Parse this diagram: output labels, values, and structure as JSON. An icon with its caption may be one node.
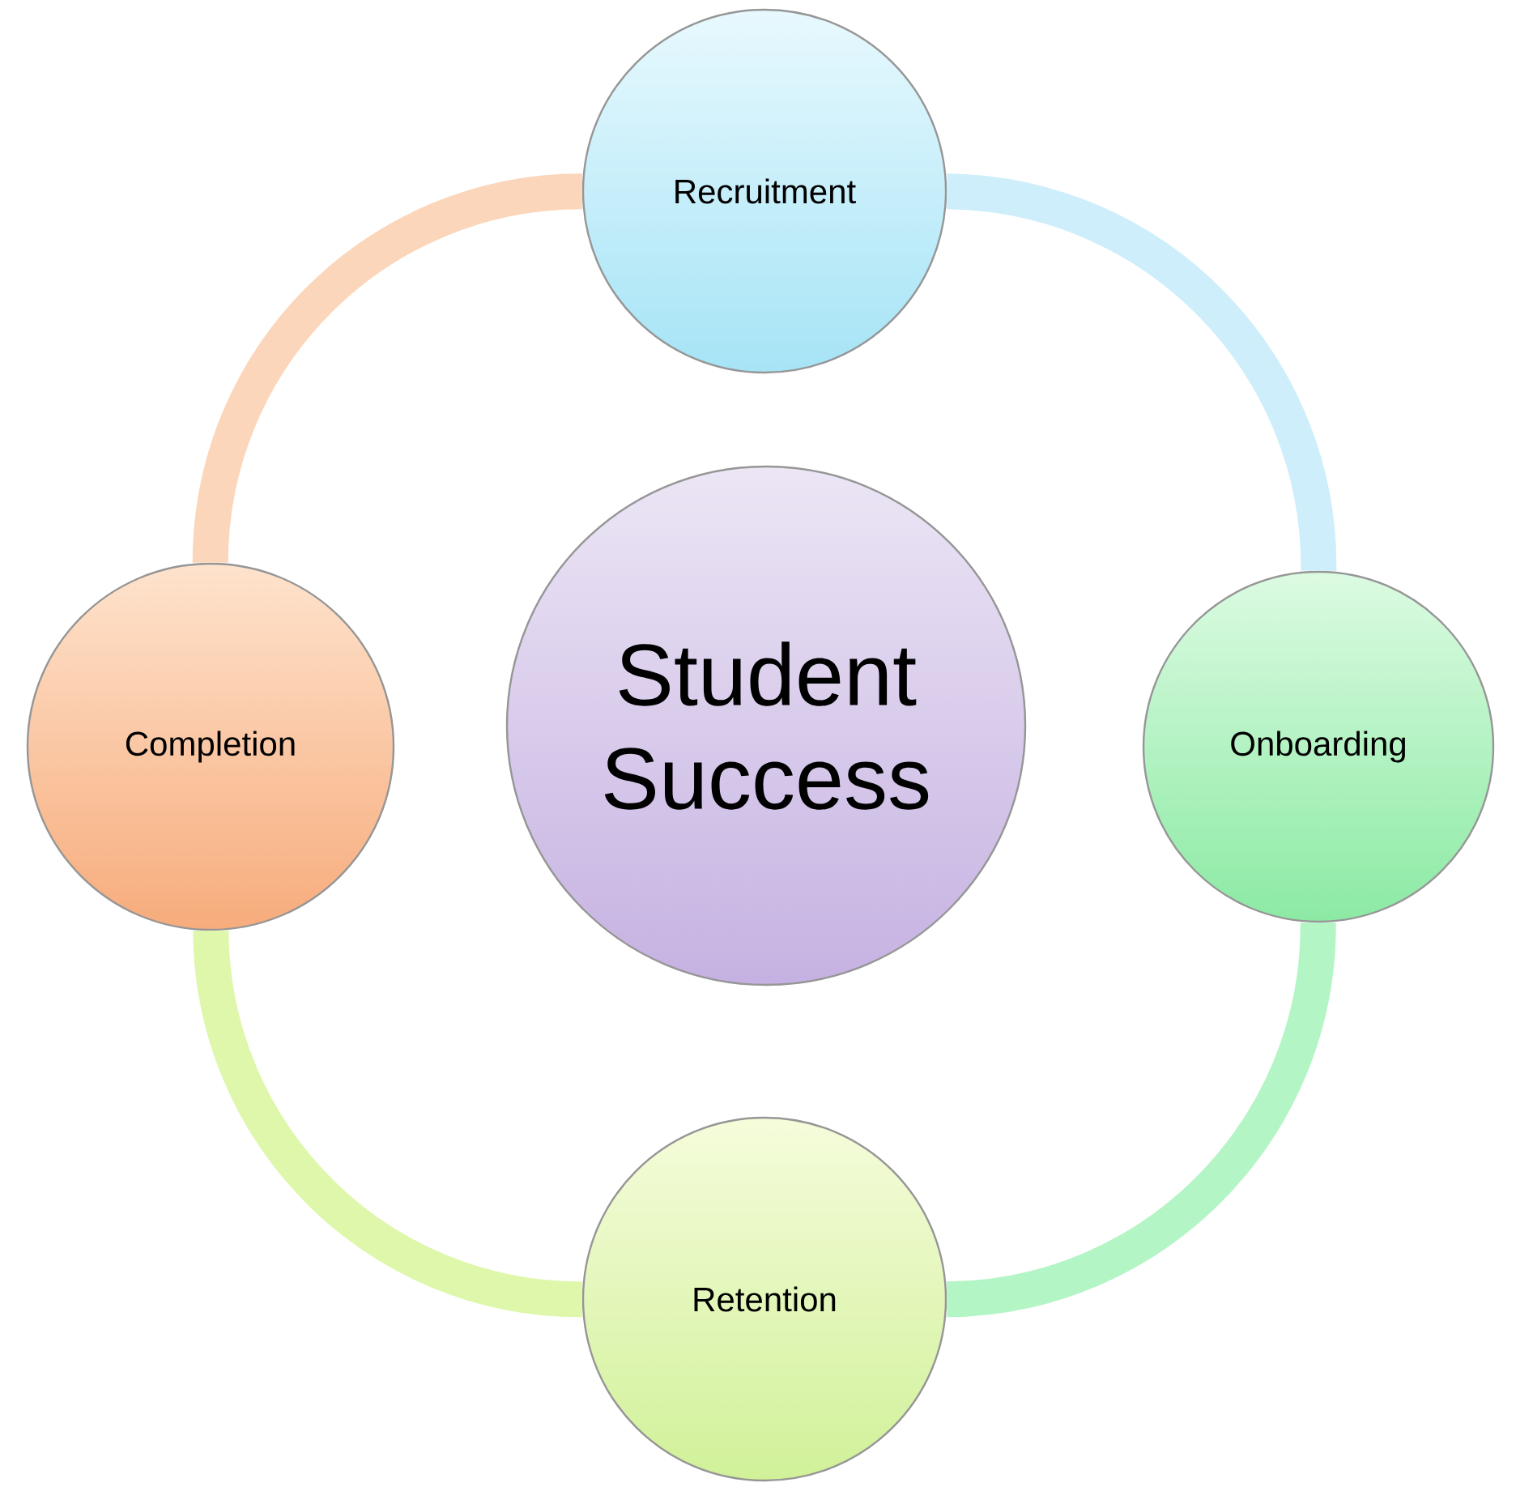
{
  "diagram": {
    "nodes": [
      {
        "text": [
          "Student Success"
        ]
      },
      {
        "text": [
          "Recruitment"
        ]
      },
      {
        "text": [
          "Onboarding"
        ]
      },
      {
        "text": [
          "Retention"
        ]
      },
      {
        "text": [
          "Completion"
        ]
      }
    ],
    "edges": [
      {
        "from": 1,
        "to": 2,
        "arrow": "none",
        "color": "#cdeefa"
      },
      {
        "from": 2,
        "to": 3,
        "arrow": "none",
        "color": "#b4f5c6"
      },
      {
        "from": 3,
        "to": 4,
        "arrow": "none",
        "color": "#def7ab"
      },
      {
        "from": 4,
        "to": 1,
        "arrow": "none",
        "color": "#fbd6ba"
      }
    ]
  }
}
